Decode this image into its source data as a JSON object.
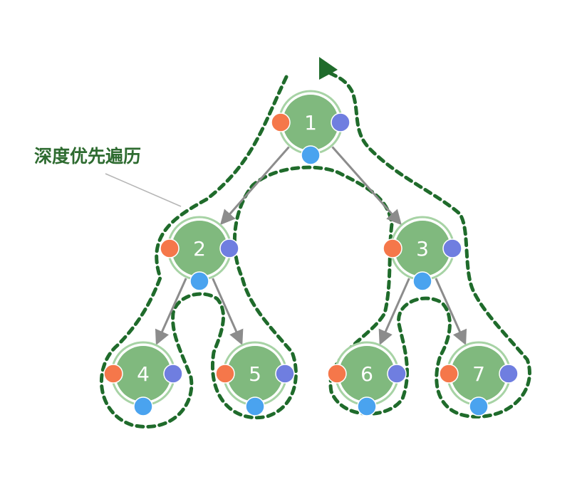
{
  "title": "深度优先遍历",
  "nodes": [
    {
      "label": "1"
    },
    {
      "label": "2"
    },
    {
      "label": "3"
    },
    {
      "label": "4"
    },
    {
      "label": "5"
    },
    {
      "label": "6"
    },
    {
      "label": "7"
    }
  ],
  "edges": [
    {
      "from": "1",
      "to": "2"
    },
    {
      "from": "1",
      "to": "3"
    },
    {
      "from": "2",
      "to": "4"
    },
    {
      "from": "2",
      "to": "5"
    },
    {
      "from": "3",
      "to": "6"
    },
    {
      "from": "3",
      "to": "7"
    }
  ],
  "colors": {
    "node_fill": "#80b97e",
    "node_ring": "#a7d3a5",
    "edge": "#8c8c8c",
    "traversal_path": "#1f6b2b",
    "preorder_marker": "#f5774a",
    "inorder_marker": "#4aa3ef",
    "postorder_marker": "#6f7ee0",
    "callout_line": "#b5b5b5",
    "callout_text": "#2e6b30"
  }
}
